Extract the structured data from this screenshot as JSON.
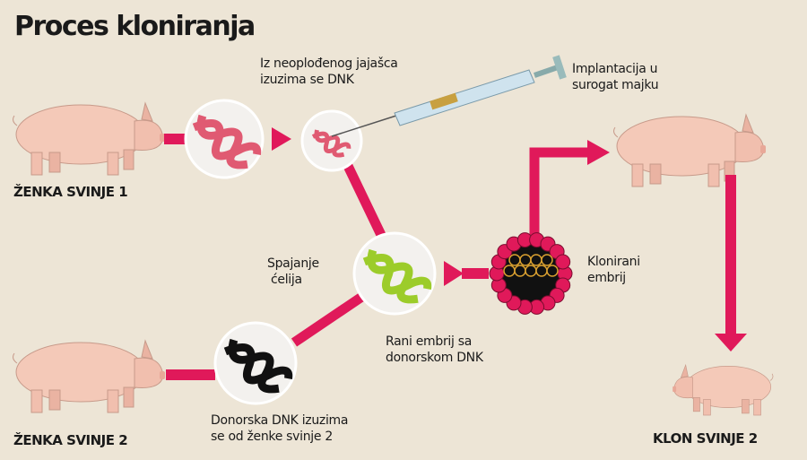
{
  "title": "Proces kloniranja",
  "labels": {
    "pig1": "ŽENKA SVINJE 1",
    "pig2": "ŽENKA SVINJE 2",
    "clone": "KLON SVINJE 2",
    "egg_line1": "Iz neoplođenog jajašca",
    "egg_line2": "izuzima se DNK",
    "fusion_line1": "Spajanje",
    "fusion_line2": "ćelija",
    "cloned_line1": "Klonirani",
    "cloned_line2": "embrij",
    "implant_line1": "Implantacija u",
    "implant_line2": "surogat majku",
    "early_line1": "Rani embrij sa",
    "early_line2": "donorskom DNK",
    "donor_line1": "Donorska DNK izuzima",
    "donor_line2": "se od ženke svinje 2"
  },
  "colors": {
    "accent": "#e0195a",
    "background": "#ede5d6",
    "pig": "#f4c9b8",
    "green_dna": "#9ccc2a"
  }
}
